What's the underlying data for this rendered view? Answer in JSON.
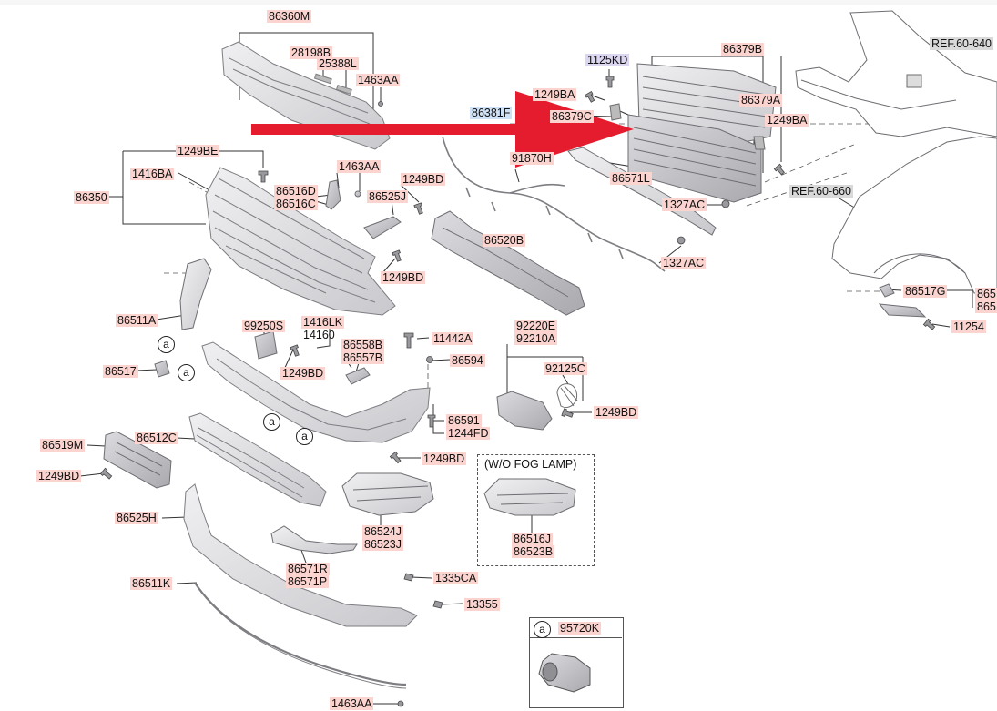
{
  "colors": {
    "label_bg": "#fbd3cf",
    "highlight_label_bg": "#cfe1f5",
    "arrow": "#e41c2d",
    "part_fill": "#e2e2e4",
    "part_stroke": "#8a8a8e"
  },
  "circle_marker": "a",
  "labels": {
    "p86360M": "86360M",
    "p28198B": "28198B",
    "p25388L": "25388L",
    "p1463AA_top": "1463AA",
    "p1125KD": "1125KD",
    "p86379B": "86379B",
    "p1249BA_l": "1249BA",
    "p86379A": "86379A",
    "p86381F": "86381F",
    "p86379C": "86379C",
    "p1249BA_r": "1249BA",
    "ref60640": "REF.60-640",
    "p1249BE": "1249BE",
    "p1416BA": "1416BA",
    "p86350": "86350",
    "p1463AA_mid": "1463AA",
    "p91870H": "91870H",
    "p86516D": "86516D",
    "p86516C": "86516C",
    "p1249BD_a": "1249BD",
    "p86525J": "86525J",
    "p86571L": "86571L",
    "p1327AC_a": "1327AC",
    "ref60660": "REF.60-660",
    "p86520B": "86520B",
    "p1327AC_b": "1327AC",
    "p1249BD_b": "1249BD",
    "p86517G": "86517G",
    "p865_a": "865",
    "p865_b": "865",
    "p86511A": "86511A",
    "p99250S": "99250S",
    "p1416LK": "1416LK",
    "p14160": "14160",
    "p11442A": "11442A",
    "p92220E": "92220E",
    "p92210A": "92210A",
    "p11254": "11254",
    "p86558B": "86558B",
    "p86557B": "86557B",
    "p86594": "86594",
    "p86517": "86517",
    "p1249BD_c": "1249BD",
    "p92125C": "92125C",
    "p1249BD_d": "1249BD",
    "p86591": "86591",
    "p1244FD": "1244FD",
    "p86519M": "86519M",
    "p86512C": "86512C",
    "p1249BD_e": "1249BD",
    "p1249BD_f": "1249BD",
    "wo_fog": "(W/O FOG LAMP)",
    "p86524J": "86524J",
    "p86523J": "86523J",
    "p86516J": "86516J",
    "p86523B": "86523B",
    "p86525H": "86525H",
    "p86571R": "86571R",
    "p86571P": "86571P",
    "p1335CA": "1335CA",
    "p86511K": "86511K",
    "p13355": "13355",
    "p95720K": "95720K",
    "p1463AA_bot": "1463AA"
  }
}
